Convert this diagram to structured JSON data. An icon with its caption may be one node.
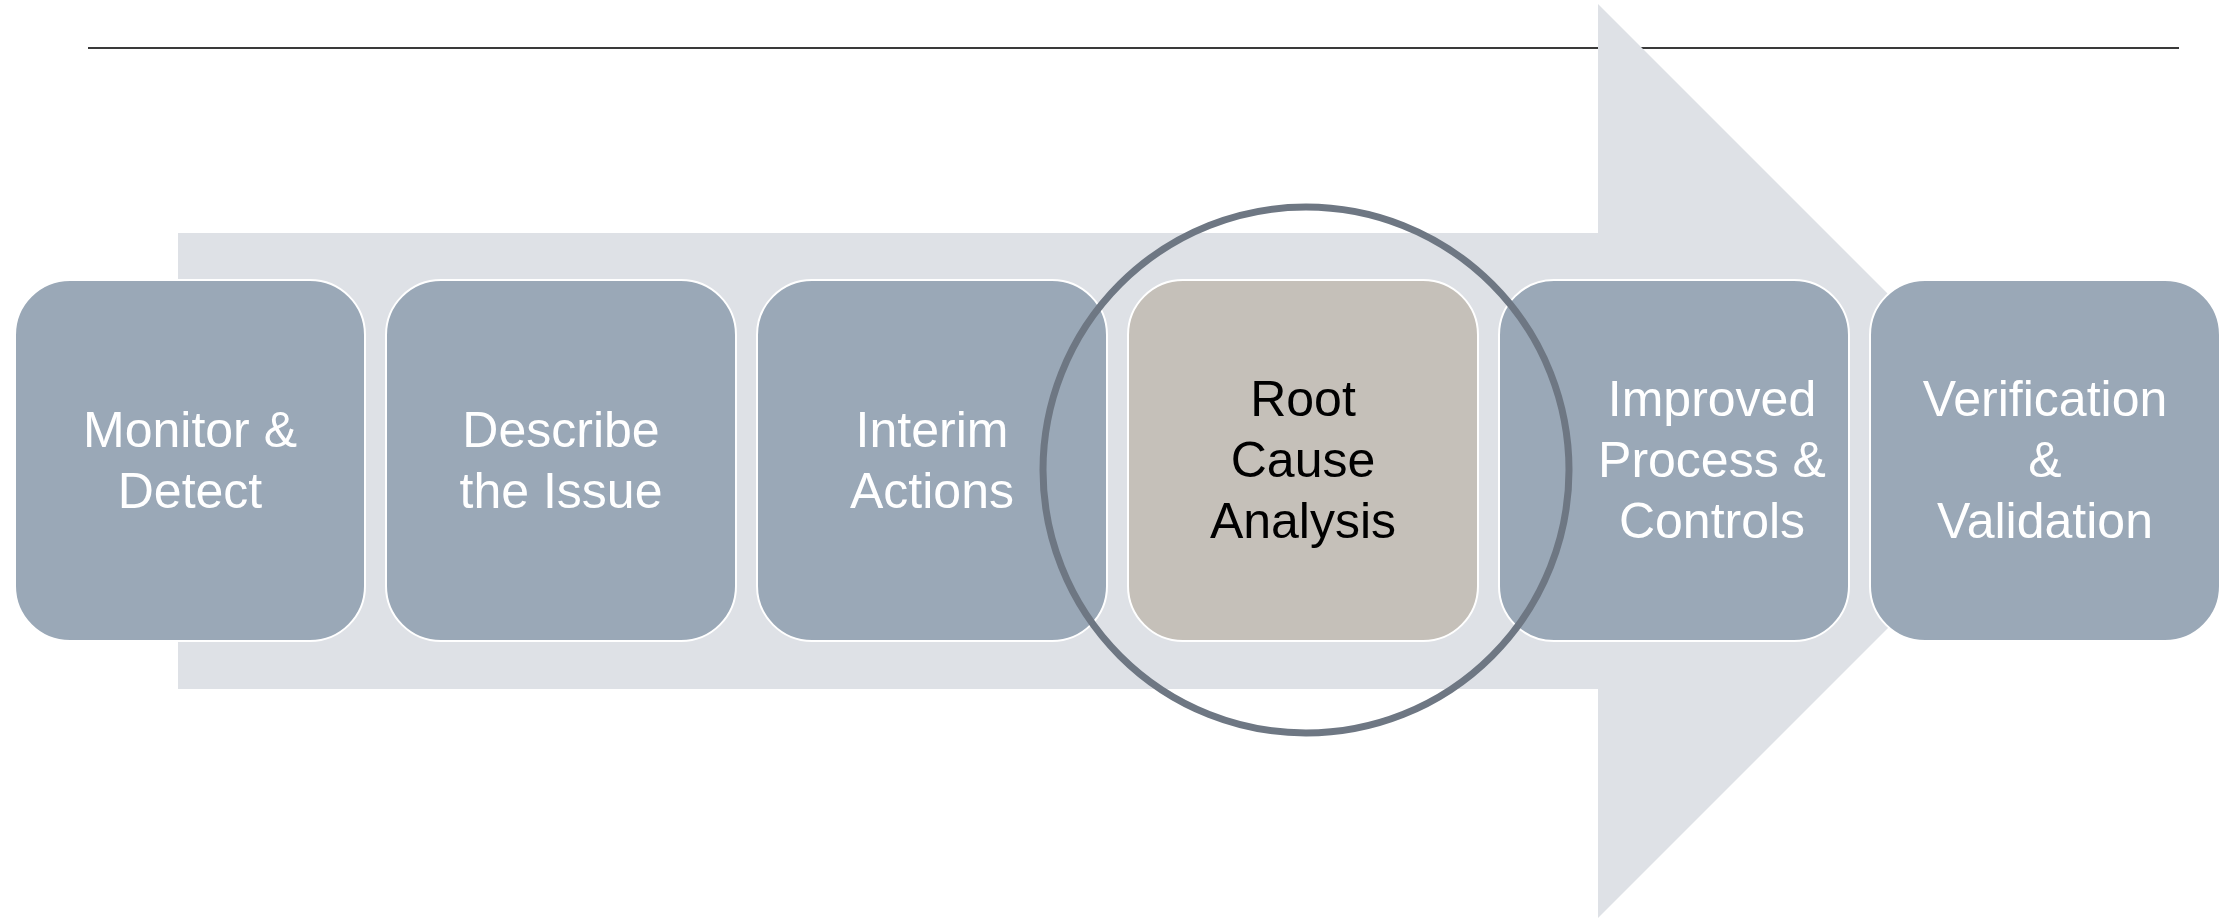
{
  "diagram": {
    "nodes": [
      {
        "text": [
          "Monitor & Detect"
        ]
      },
      {
        "text": [
          "Describe the Issue"
        ]
      },
      {
        "text": [
          "Interim Actions"
        ]
      },
      {
        "text": [
          "Root Cause Analysis"
        ]
      },
      {
        "text": [
          "Improved Process & Controls"
        ]
      },
      {
        "text": [
          "Verification & Validation"
        ]
      }
    ],
    "edges": [
      {
        "from": 0,
        "to": 5,
        "arrow": "to",
        "style": "thick"
      }
    ]
  }
}
